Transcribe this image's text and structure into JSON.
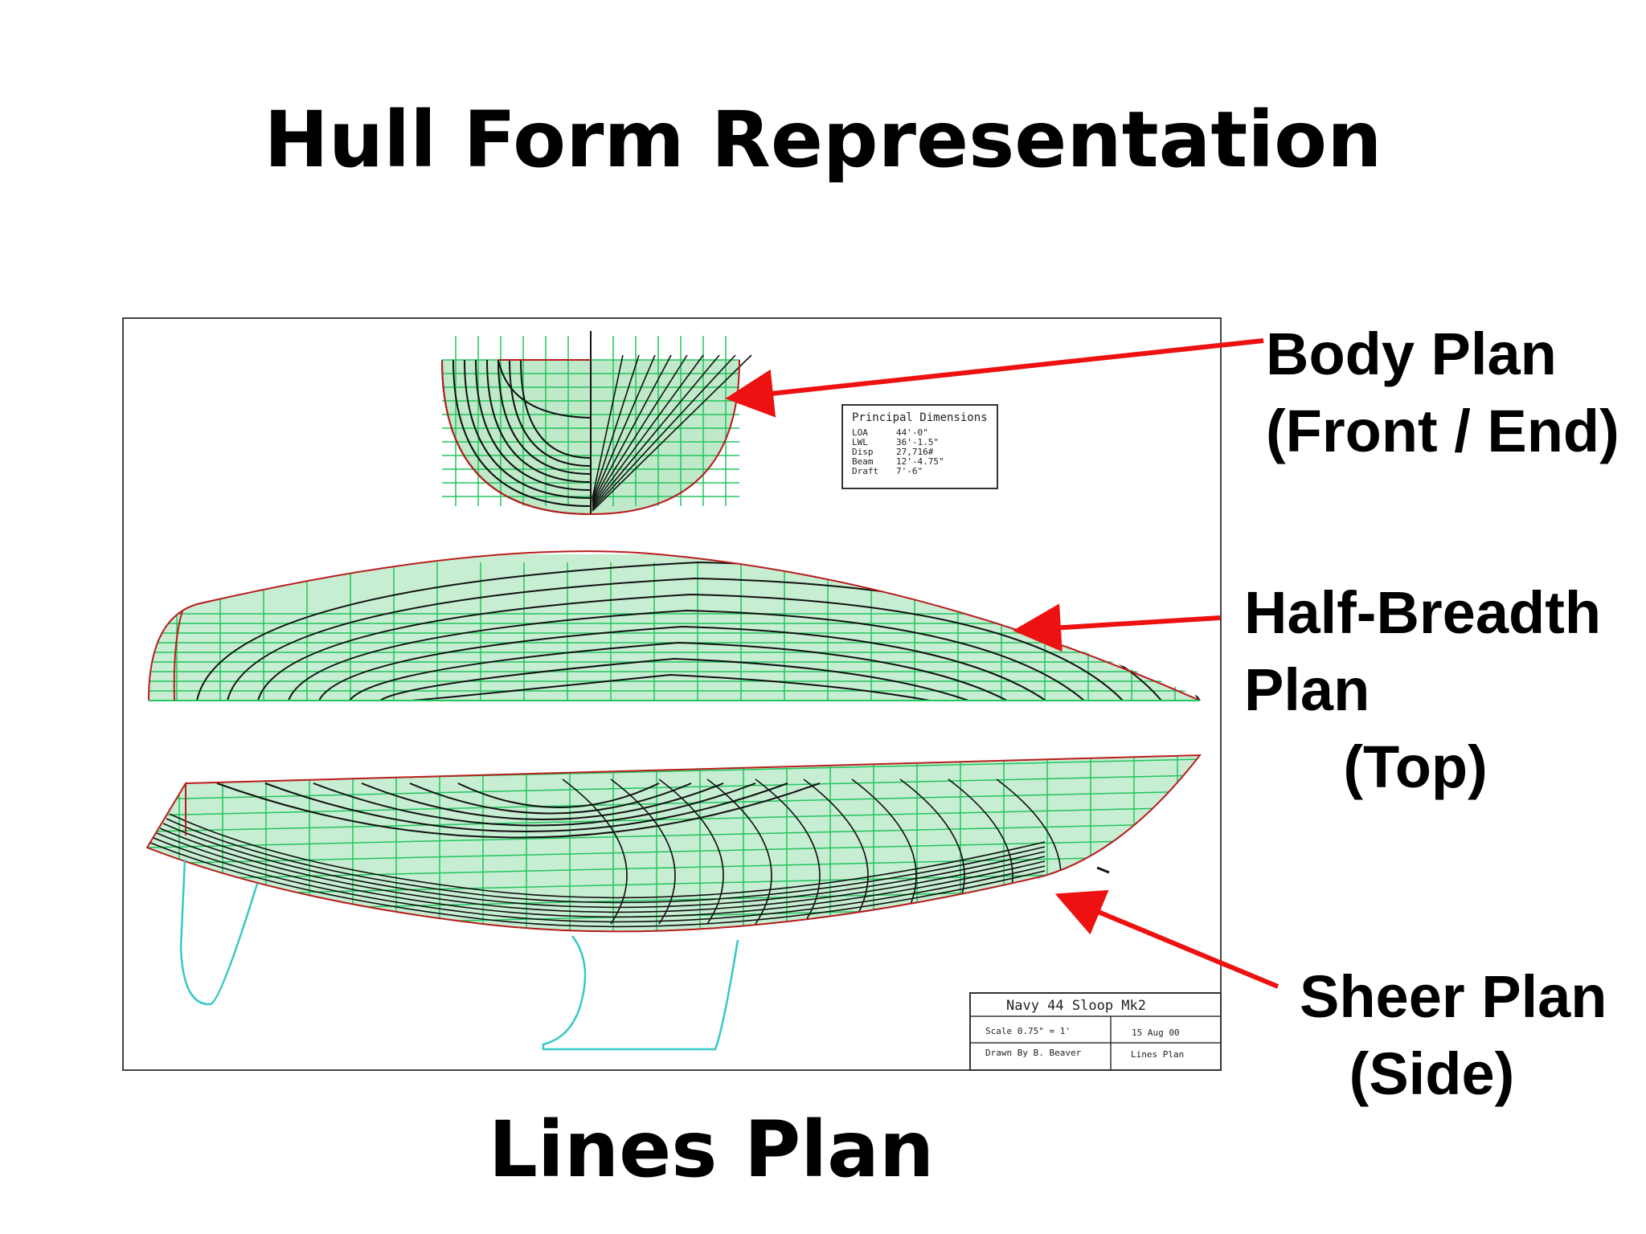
{
  "title": "Hull Form Representation",
  "caption": "Lines Plan",
  "labels": {
    "body_plan": "Body Plan\n(Front / End)",
    "half_breadth": "Half-Breadth\nPlan\n      (Top)",
    "sheer_plan": "Sheer Plan\n   (Side)"
  },
  "principal_dimensions": {
    "heading": "Principal Dimensions",
    "rows": [
      {
        "key": "LOA",
        "value": "44'-0\""
      },
      {
        "key": "LWL",
        "value": "36'-1.5\""
      },
      {
        "key": "Disp",
        "value": "27,716#"
      },
      {
        "key": "Beam",
        "value": "12'-4.75\""
      },
      {
        "key": "Draft",
        "value": "7'-6\""
      }
    ]
  },
  "title_block": {
    "name": "Navy 44 Sloop Mk2",
    "scale": "Scale   0.75\" = 1'",
    "date": "15 Aug 00",
    "drawn_by": "Drawn By B. Beaver",
    "sheet": "Lines Plan"
  },
  "colors": {
    "grid": "#22c55e",
    "hull_line": "#111111",
    "outline": "#b91c1c",
    "keel": "#35c8c8",
    "arrow": "#ee1111"
  }
}
